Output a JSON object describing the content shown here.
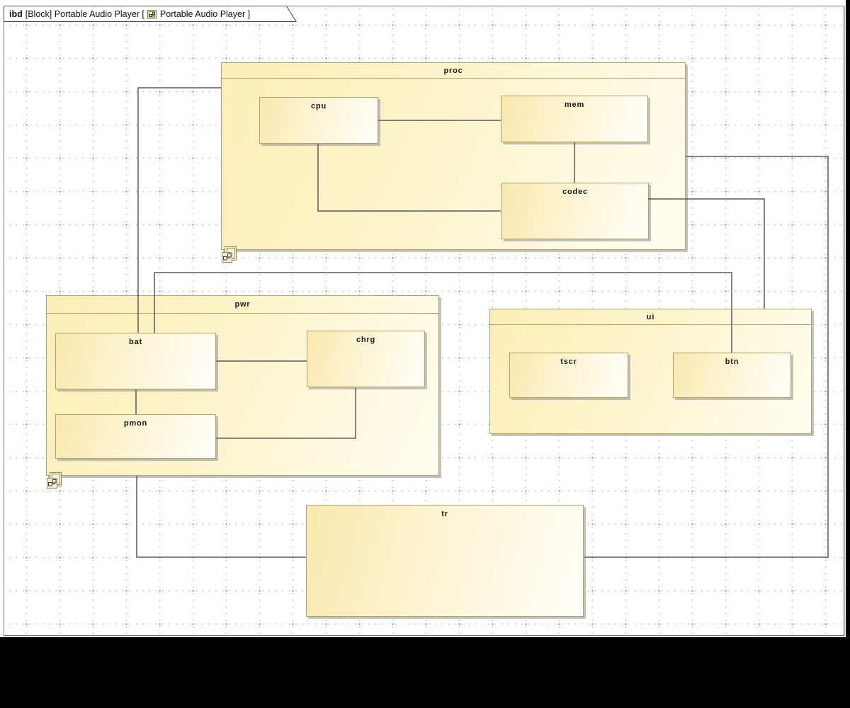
{
  "tab": {
    "keyword": "ibd",
    "before_icon": "[Block] Portable Audio Player [",
    "after_icon": "Portable Audio Player ]",
    "icon": "ibd-diagram-icon"
  },
  "colors": {
    "block_border": "#b3a262",
    "block_fill_start": "#f9e9ae",
    "block_fill_end": "#fffff9",
    "connector": "#5a5a5a",
    "shadow_gray": "#919191",
    "frame_border": "#717171",
    "canvas": "#ffffff"
  },
  "blocks": {
    "proc": {
      "label": "proc",
      "parts": {
        "cpu": {
          "label": "cpu"
        },
        "mem": {
          "label": "mem"
        },
        "codec": {
          "label": "codec"
        }
      }
    },
    "pwr": {
      "label": "pwr",
      "parts": {
        "bat": {
          "label": "bat"
        },
        "chrg": {
          "label": "chrg"
        },
        "pmon": {
          "label": "pmon"
        }
      }
    },
    "ui": {
      "label": "ui",
      "parts": {
        "tscr": {
          "label": "tscr"
        },
        "btn": {
          "label": "btn"
        }
      }
    },
    "tr": {
      "label": "tr"
    }
  },
  "connectors": [
    {
      "from": "proc",
      "to": "bat"
    },
    {
      "from": "bat",
      "to": "btn"
    },
    {
      "from": "cpu",
      "to": "mem"
    },
    {
      "from": "mem",
      "to": "codec"
    },
    {
      "from": "cpu",
      "to": "codec"
    },
    {
      "from": "codec",
      "to": "ui"
    },
    {
      "from": "proc",
      "to": "tr"
    },
    {
      "from": "pwr",
      "to": "tr"
    },
    {
      "from": "bat",
      "to": "chrg"
    },
    {
      "from": "bat",
      "to": "pmon"
    },
    {
      "from": "pmon",
      "to": "chrg"
    }
  ]
}
